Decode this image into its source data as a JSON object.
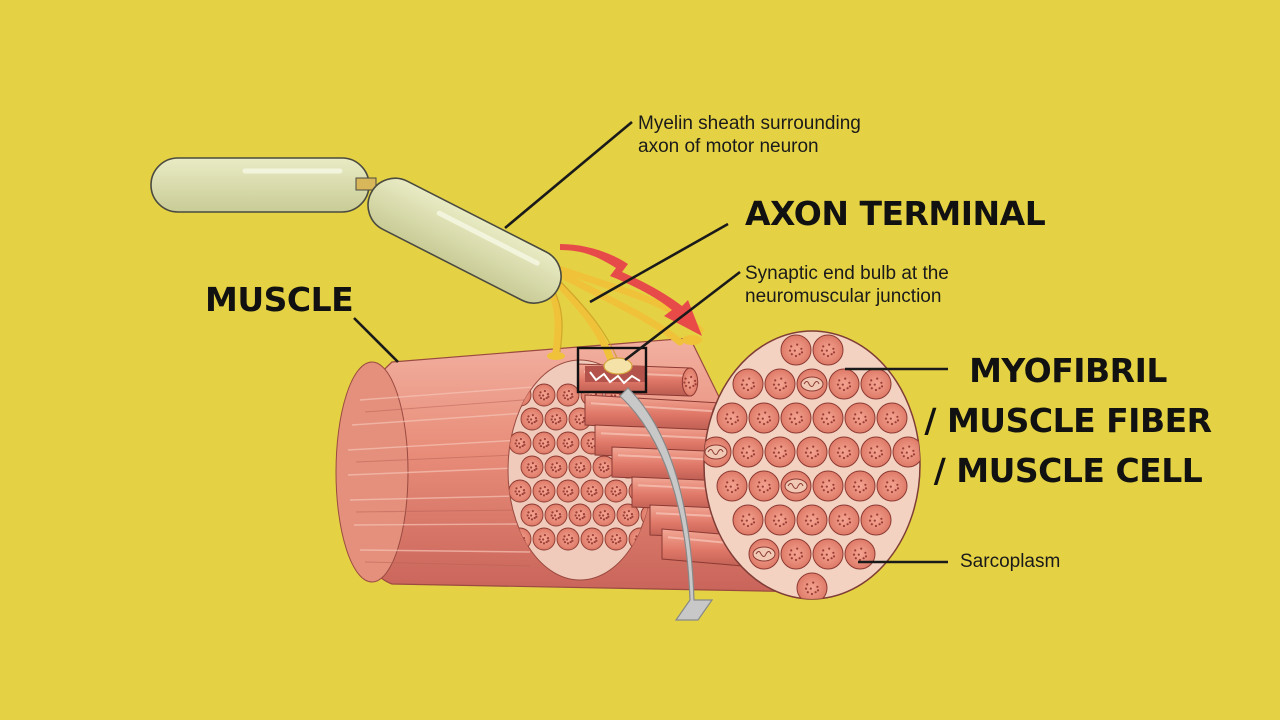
{
  "labels": {
    "myelin": {
      "line1": "Myelin sheath surrounding",
      "line2": "axon of motor neuron"
    },
    "axon_terminal": "AXON TERMINAL",
    "synaptic": {
      "line1": "Synaptic end bulb at the",
      "line2": "neuromuscular junction"
    },
    "muscle": "MUSCLE",
    "myofibril": {
      "line1": "MYOFIBRIL",
      "line2": "/ MUSCLE FIBER",
      "line3": "/ MUSCLE CELL"
    },
    "sarcoplasm": "Sarcoplasm"
  },
  "colors": {
    "background": "#e5d244",
    "myelin": "#dadcaa",
    "axon": "#f0c23a",
    "muscle": "#e58c78",
    "fiber": "#e07868",
    "cross_section": "#f3d2c2",
    "impulse_arrow": "#e8344a",
    "pointer_arrow": "#c8c8c8"
  }
}
